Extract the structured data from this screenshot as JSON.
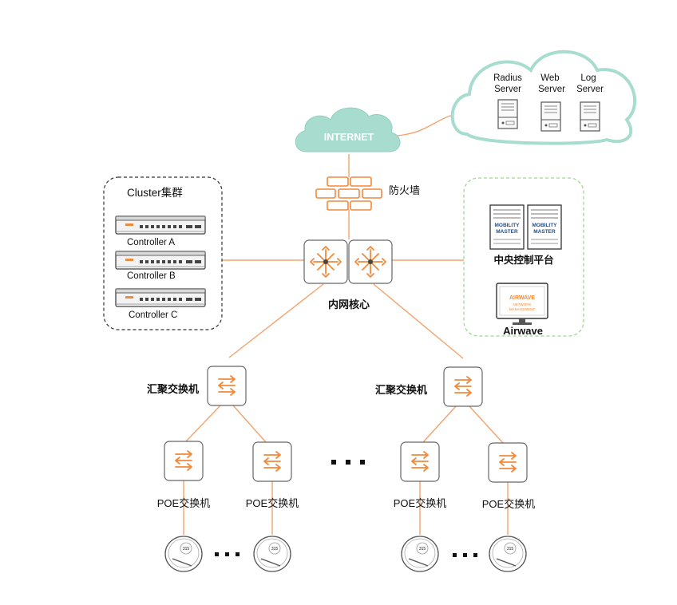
{
  "internet": {
    "label": "INTERNET"
  },
  "servers": {
    "radius": {
      "line1": "Radius",
      "line2": "Server"
    },
    "web": {
      "line1": "Web",
      "line2": "Server"
    },
    "log": {
      "line1": "Log",
      "line2": "Server"
    }
  },
  "firewall": {
    "label": "防火墙"
  },
  "cluster": {
    "title": "Cluster集群",
    "controllers": [
      "Controller A",
      "Controller B",
      "Controller C"
    ]
  },
  "core": {
    "label": "内网核心"
  },
  "management": {
    "mm_label": "中央控制平台",
    "mm_card_line1": "MOBILITY",
    "mm_card_line2": "MASTER",
    "airwave_label": "Airwave",
    "airwave_screen_title": "AIRWAVE",
    "airwave_screen_sub1": "NETWORK",
    "airwave_screen_sub2": "MANAGEMENT"
  },
  "aggregation": {
    "left_label": "汇聚交换机",
    "right_label": "汇聚交换机"
  },
  "poe": {
    "labels": [
      "POE交换机",
      "POE交换机",
      "POE交换机",
      "POE交换机"
    ]
  },
  "ap": {
    "model": "315"
  },
  "colors": {
    "cloud": "#a8dccf",
    "cloud_outline": "#8fcfc0",
    "accent": "#f08a3c",
    "link": "#f4a26b",
    "green_dash": "#9ed890"
  }
}
